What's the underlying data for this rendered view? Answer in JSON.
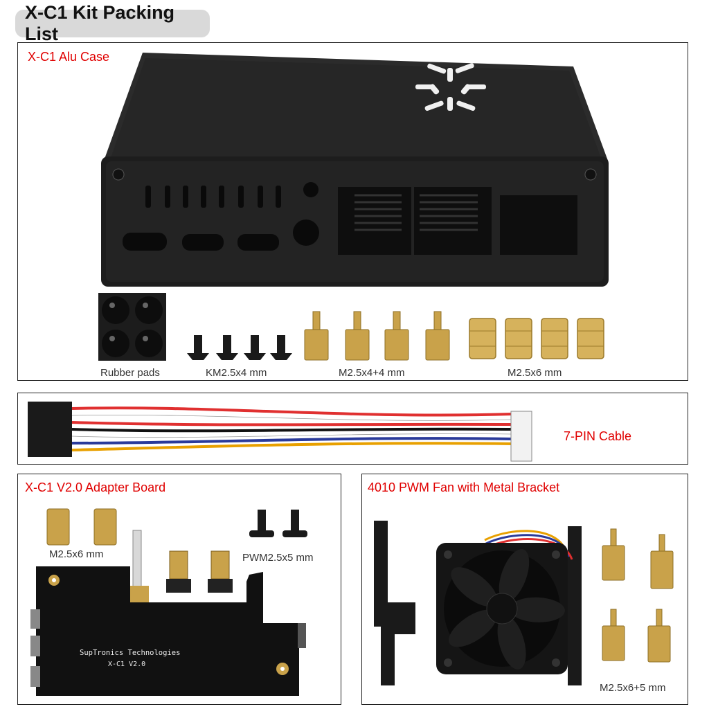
{
  "page": {
    "title": "X-C1 Kit Packing List"
  },
  "sections": {
    "case": {
      "label": "X-C1 Alu Case",
      "captions": {
        "rubber_pads": "Rubber pads",
        "km_screws": "KM2.5x4 mm",
        "standoffs_4_4": "M2.5x4+4 mm",
        "nuts_6": "M2.5x6 mm"
      }
    },
    "cable": {
      "label": "7-PIN Cable"
    },
    "adapter": {
      "label": "X-C1 V2.0 Adapter Board",
      "captions": {
        "standoffs_6": "M2.5x6 mm",
        "pwm_screws": "PWM2.5x5 mm"
      },
      "board_text": {
        "brand": "SupTronics Technologies",
        "model": "X-C1  V2.0"
      }
    },
    "fan": {
      "label": "4010 PWM Fan with Metal Bracket",
      "captions": {
        "standoffs_6_5": "M2.5x6+5 mm"
      }
    }
  },
  "colors": {
    "accent_red": "#e00000",
    "pill_bg": "#d9d9d9",
    "brass": "#c9a24a",
    "case_black": "#1b1b1b"
  }
}
